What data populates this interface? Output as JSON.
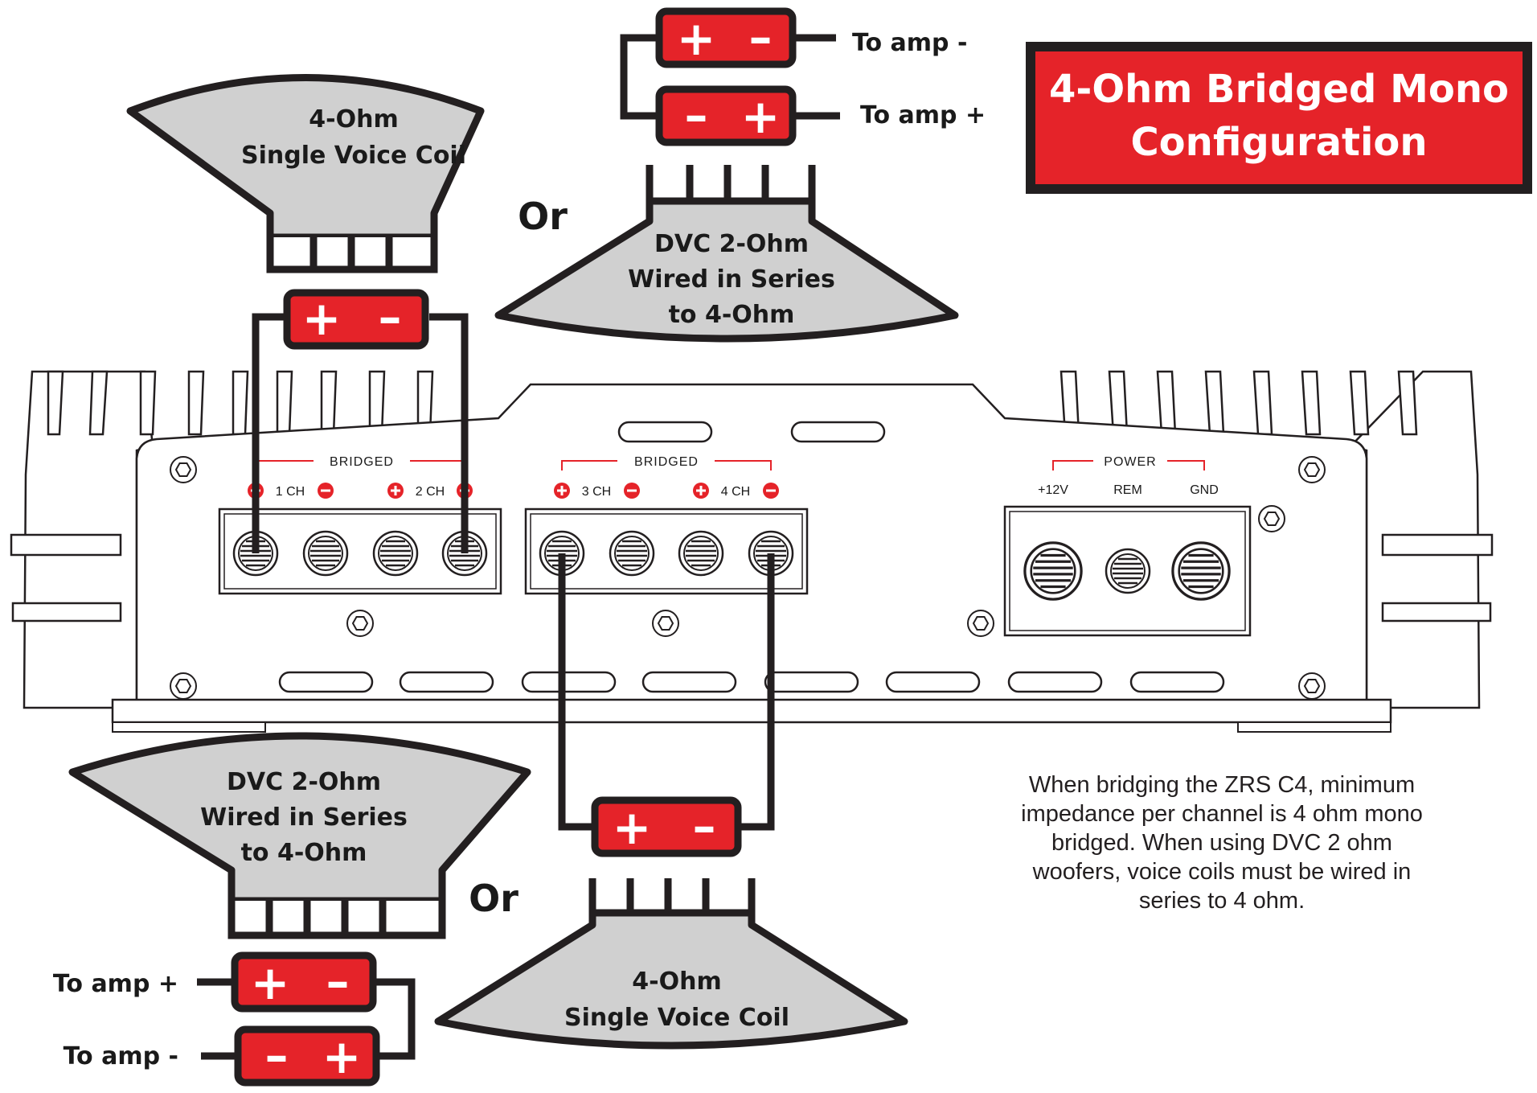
{
  "title": {
    "line1": "4-Ohm Bridged Mono",
    "line2": "Configuration"
  },
  "top_left_speaker": {
    "line1": "4-Ohm",
    "line2": "Single Voice Coil"
  },
  "top_right_speaker": {
    "line1": "DVC 2-Ohm",
    "line2": "Wired in Series",
    "line3": "to 4-Ohm"
  },
  "bottom_left_speaker": {
    "line1": "DVC 2-Ohm",
    "line2": "Wired in Series",
    "line3": "to 4-Ohm"
  },
  "bottom_right_speaker": {
    "line1": "4-Ohm",
    "line2": "Single Voice Coil"
  },
  "or_label": "Or",
  "to_amp_minus": "To amp -",
  "to_amp_plus": "To amp +",
  "terminal_plus": "+",
  "terminal_minus": "–",
  "amp": {
    "bridged_label": "BRIDGED",
    "power_label": "POWER",
    "ch1": "1 CH",
    "ch2": "2 CH",
    "ch3": "3 CH",
    "ch4": "4 CH",
    "v12": "+12V",
    "rem": "REM",
    "gnd": "GND"
  },
  "note": {
    "line1": "When bridging the ZRS C4, minimum",
    "line2": "impedance per channel is 4 ohm mono",
    "line3": "bridged. When using DVC 2 ohm",
    "line4": "woofers, voice coils must be wired in",
    "line5": "series to 4 ohm."
  },
  "colors": {
    "red": "#e52329",
    "dark": "#231f20",
    "cone": "#d0d0d0"
  }
}
